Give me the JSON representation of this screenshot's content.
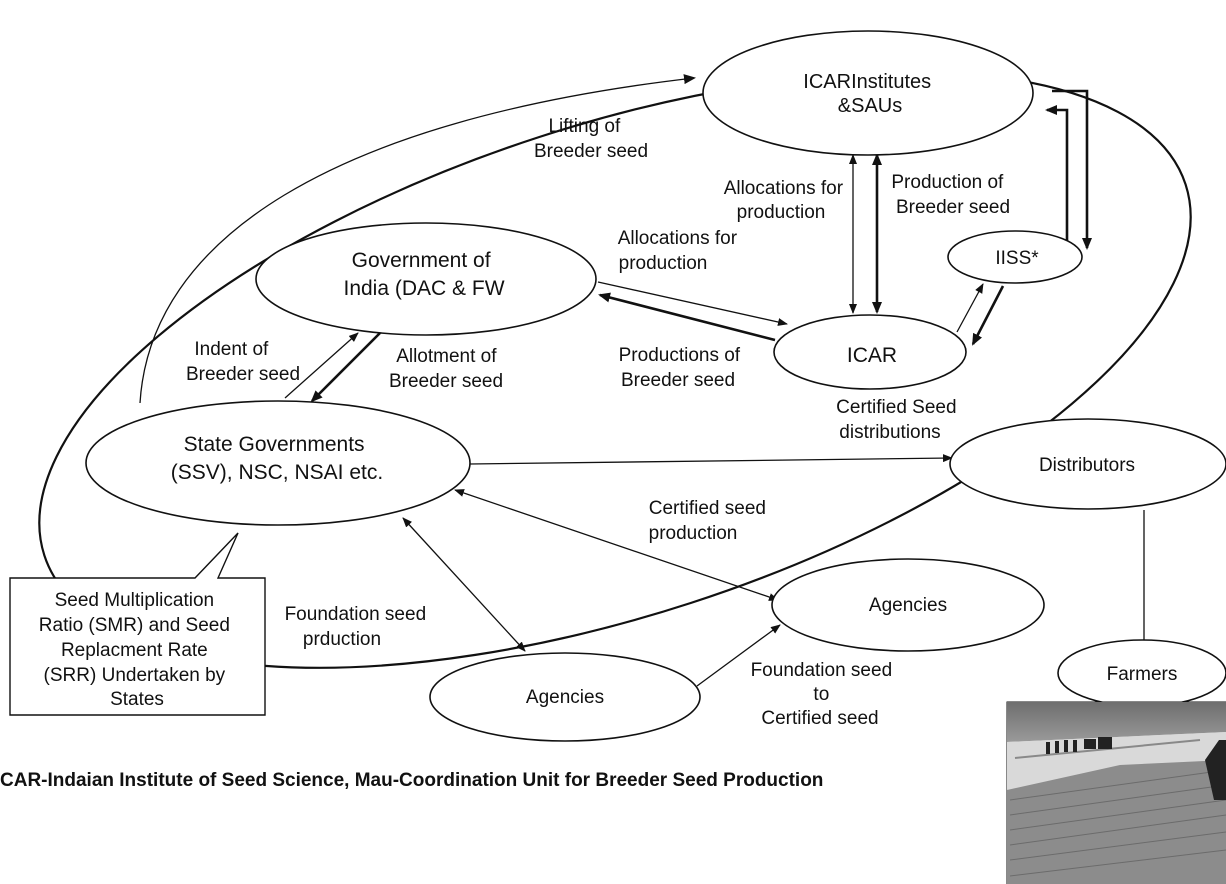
{
  "nodes": {
    "icar_institutes": [
      "ICARInstitutes",
      "&SAUs"
    ],
    "goi": [
      "Government of",
      "India (DAC & FW"
    ],
    "iiss": [
      "IISS*"
    ],
    "icar": [
      "ICAR"
    ],
    "state_gov": [
      "State Governments",
      "(SSV), NSC, NSAI etc."
    ],
    "distributors": [
      "Distributors"
    ],
    "agencies_right": [
      "Agencies"
    ],
    "agencies_left": [
      "Agencies"
    ],
    "farmers": [
      "Farmers"
    ]
  },
  "callout": [
    "Seed Multiplication",
    "Ratio (SMR) and Seed",
    "Replacment Rate",
    "(SRR) Undertaken by",
    "States"
  ],
  "edge_labels": {
    "lifting": [
      "Lifting of",
      "Breeder seed"
    ],
    "alloc_left": [
      "Allocations for",
      "production"
    ],
    "production_breeder": [
      "Production of",
      "Breeder seed"
    ],
    "alloc_mid": [
      "Allocations for",
      "production"
    ],
    "productions_breeder": [
      "Productions of",
      "Breeder seed"
    ],
    "indent": [
      "Indent of",
      "Breeder seed"
    ],
    "allotment": [
      "Allotment of",
      "Breeder seed"
    ],
    "certified_dist": [
      "Certified Seed",
      "distributions"
    ],
    "certified_prod": [
      "Certified seed",
      "production"
    ],
    "foundation_prod": [
      "Foundation seed",
      "prduction"
    ],
    "foundation_to_cert": [
      "Foundation seed",
      "to",
      "Certified seed"
    ]
  },
  "footer": "CAR-Indaian Institute of Seed Science, Mau-Coordination Unit for Breeder Seed Production",
  "photo": {
    "description_icon": "rice-field-photo-icon"
  }
}
